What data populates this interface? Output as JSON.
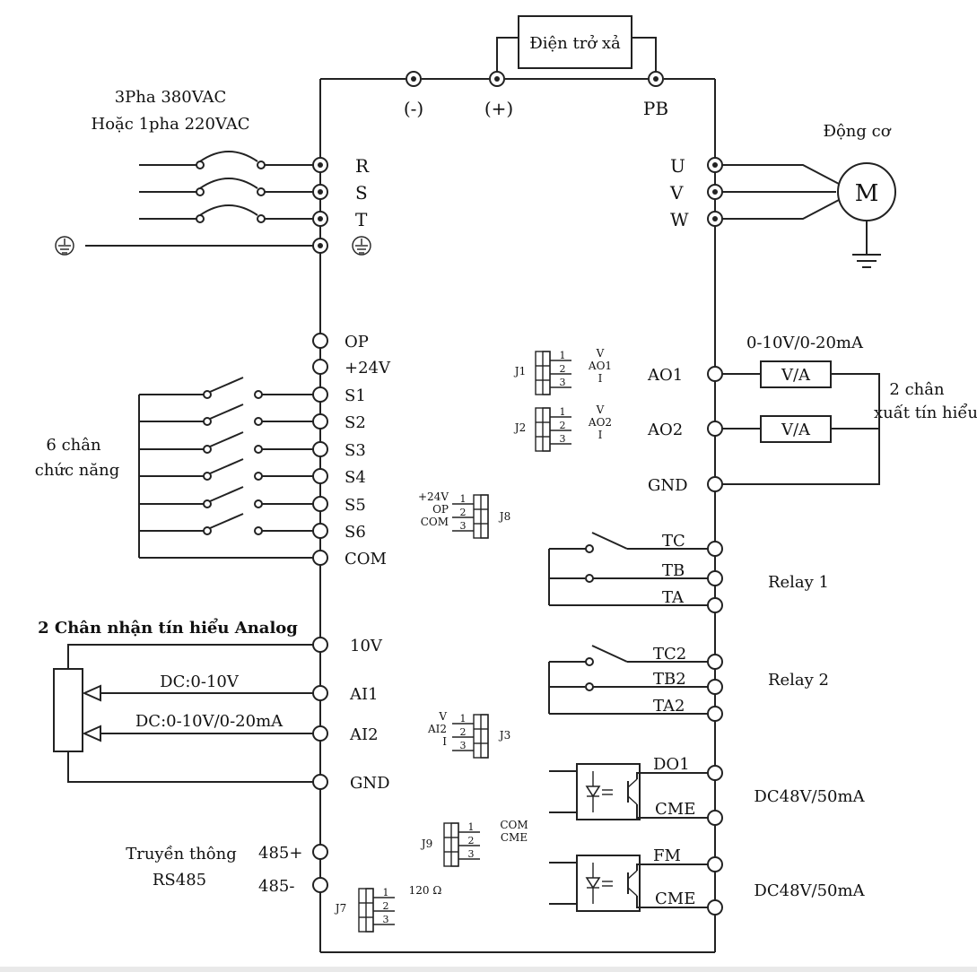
{
  "title_resistor": "Điện trở xả",
  "dc_bus": {
    "minus": "(-)",
    "plus": "(+)",
    "pb": "PB"
  },
  "power_in": {
    "line1": "3Pha 380VAC",
    "line2": "Hoặc 1pha 220VAC",
    "terminals": [
      "R",
      "S",
      "T"
    ]
  },
  "motor": {
    "label": "Động cơ",
    "symbol": "M",
    "terminals": [
      "U",
      "V",
      "W"
    ]
  },
  "digital_inputs": {
    "group_line1": "6 chân",
    "group_line2": "chức năng",
    "terminals": [
      "OP",
      "+24V",
      "S1",
      "S2",
      "S3",
      "S4",
      "S5",
      "S6",
      "COM"
    ]
  },
  "analog_inputs": {
    "title": "2 Chân nhận tín hiểu Analog",
    "terminals": [
      "10V",
      "AI1",
      "AI2",
      "GND"
    ],
    "signal_ai1": "DC:0-10V",
    "signal_ai2": "DC:0-10V/0-20mA"
  },
  "rs485": {
    "line1": "Truyền thông",
    "line2": "RS485",
    "terminals": [
      "485+",
      "485-"
    ]
  },
  "analog_outputs": {
    "range": "0-10V/0-20mA",
    "group_line1": "2 chân",
    "group_line2": "xuất tín hiểu",
    "terminals": [
      "AO1",
      "AO2",
      "GND"
    ],
    "meter": "V/A"
  },
  "relay1": {
    "label": "Relay 1",
    "terminals": [
      "TC",
      "TB",
      "TA"
    ]
  },
  "relay2": {
    "label": "Relay 2",
    "terminals": [
      "TC2",
      "TB2",
      "TA2"
    ]
  },
  "do_outputs": {
    "out1": {
      "terminals": [
        "DO1",
        "CME"
      ],
      "rating": "DC48V/50mA"
    },
    "out2": {
      "terminals": [
        "FM",
        "CME"
      ],
      "rating": "DC48V/50mA"
    }
  },
  "jumpers": {
    "j1": {
      "name": "J1",
      "pins": [
        "1",
        "2",
        "3"
      ],
      "labels": [
        "V",
        "AO1",
        "I"
      ]
    },
    "j2": {
      "name": "J2",
      "pins": [
        "1",
        "2",
        "3"
      ],
      "labels": [
        "V",
        "AO2",
        "I"
      ]
    },
    "j8": {
      "name": "J8",
      "pins": [
        "1",
        "2",
        "3"
      ],
      "labels": [
        "+24V",
        "OP",
        "COM"
      ]
    },
    "j3": {
      "name": "J3",
      "pins": [
        "1",
        "2",
        "3"
      ],
      "labels": [
        "V",
        "AI2",
        "I"
      ]
    },
    "j9": {
      "name": "J9",
      "pins": [
        "1",
        "2",
        "3"
      ],
      "labels": [
        "COM",
        "CME"
      ]
    },
    "j7": {
      "name": "J7",
      "pins": [
        "1",
        "2",
        "3"
      ],
      "labels": [
        "120 Ω"
      ]
    }
  }
}
